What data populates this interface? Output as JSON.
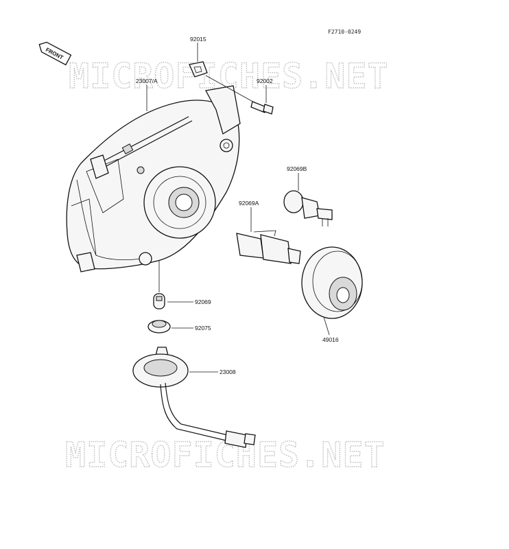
{
  "diagram_code": "F2710-0249",
  "front_label": "FRONT",
  "watermark": "MICROFICHES.NET",
  "parts": {
    "p92015": "92015",
    "p23007A": "23007/A",
    "p92002": "92002",
    "p92069B": "92069B",
    "p92069A": "92069A",
    "p92069": "92069",
    "p92075": "92075",
    "p23008": "23008",
    "p49016": "49016"
  }
}
